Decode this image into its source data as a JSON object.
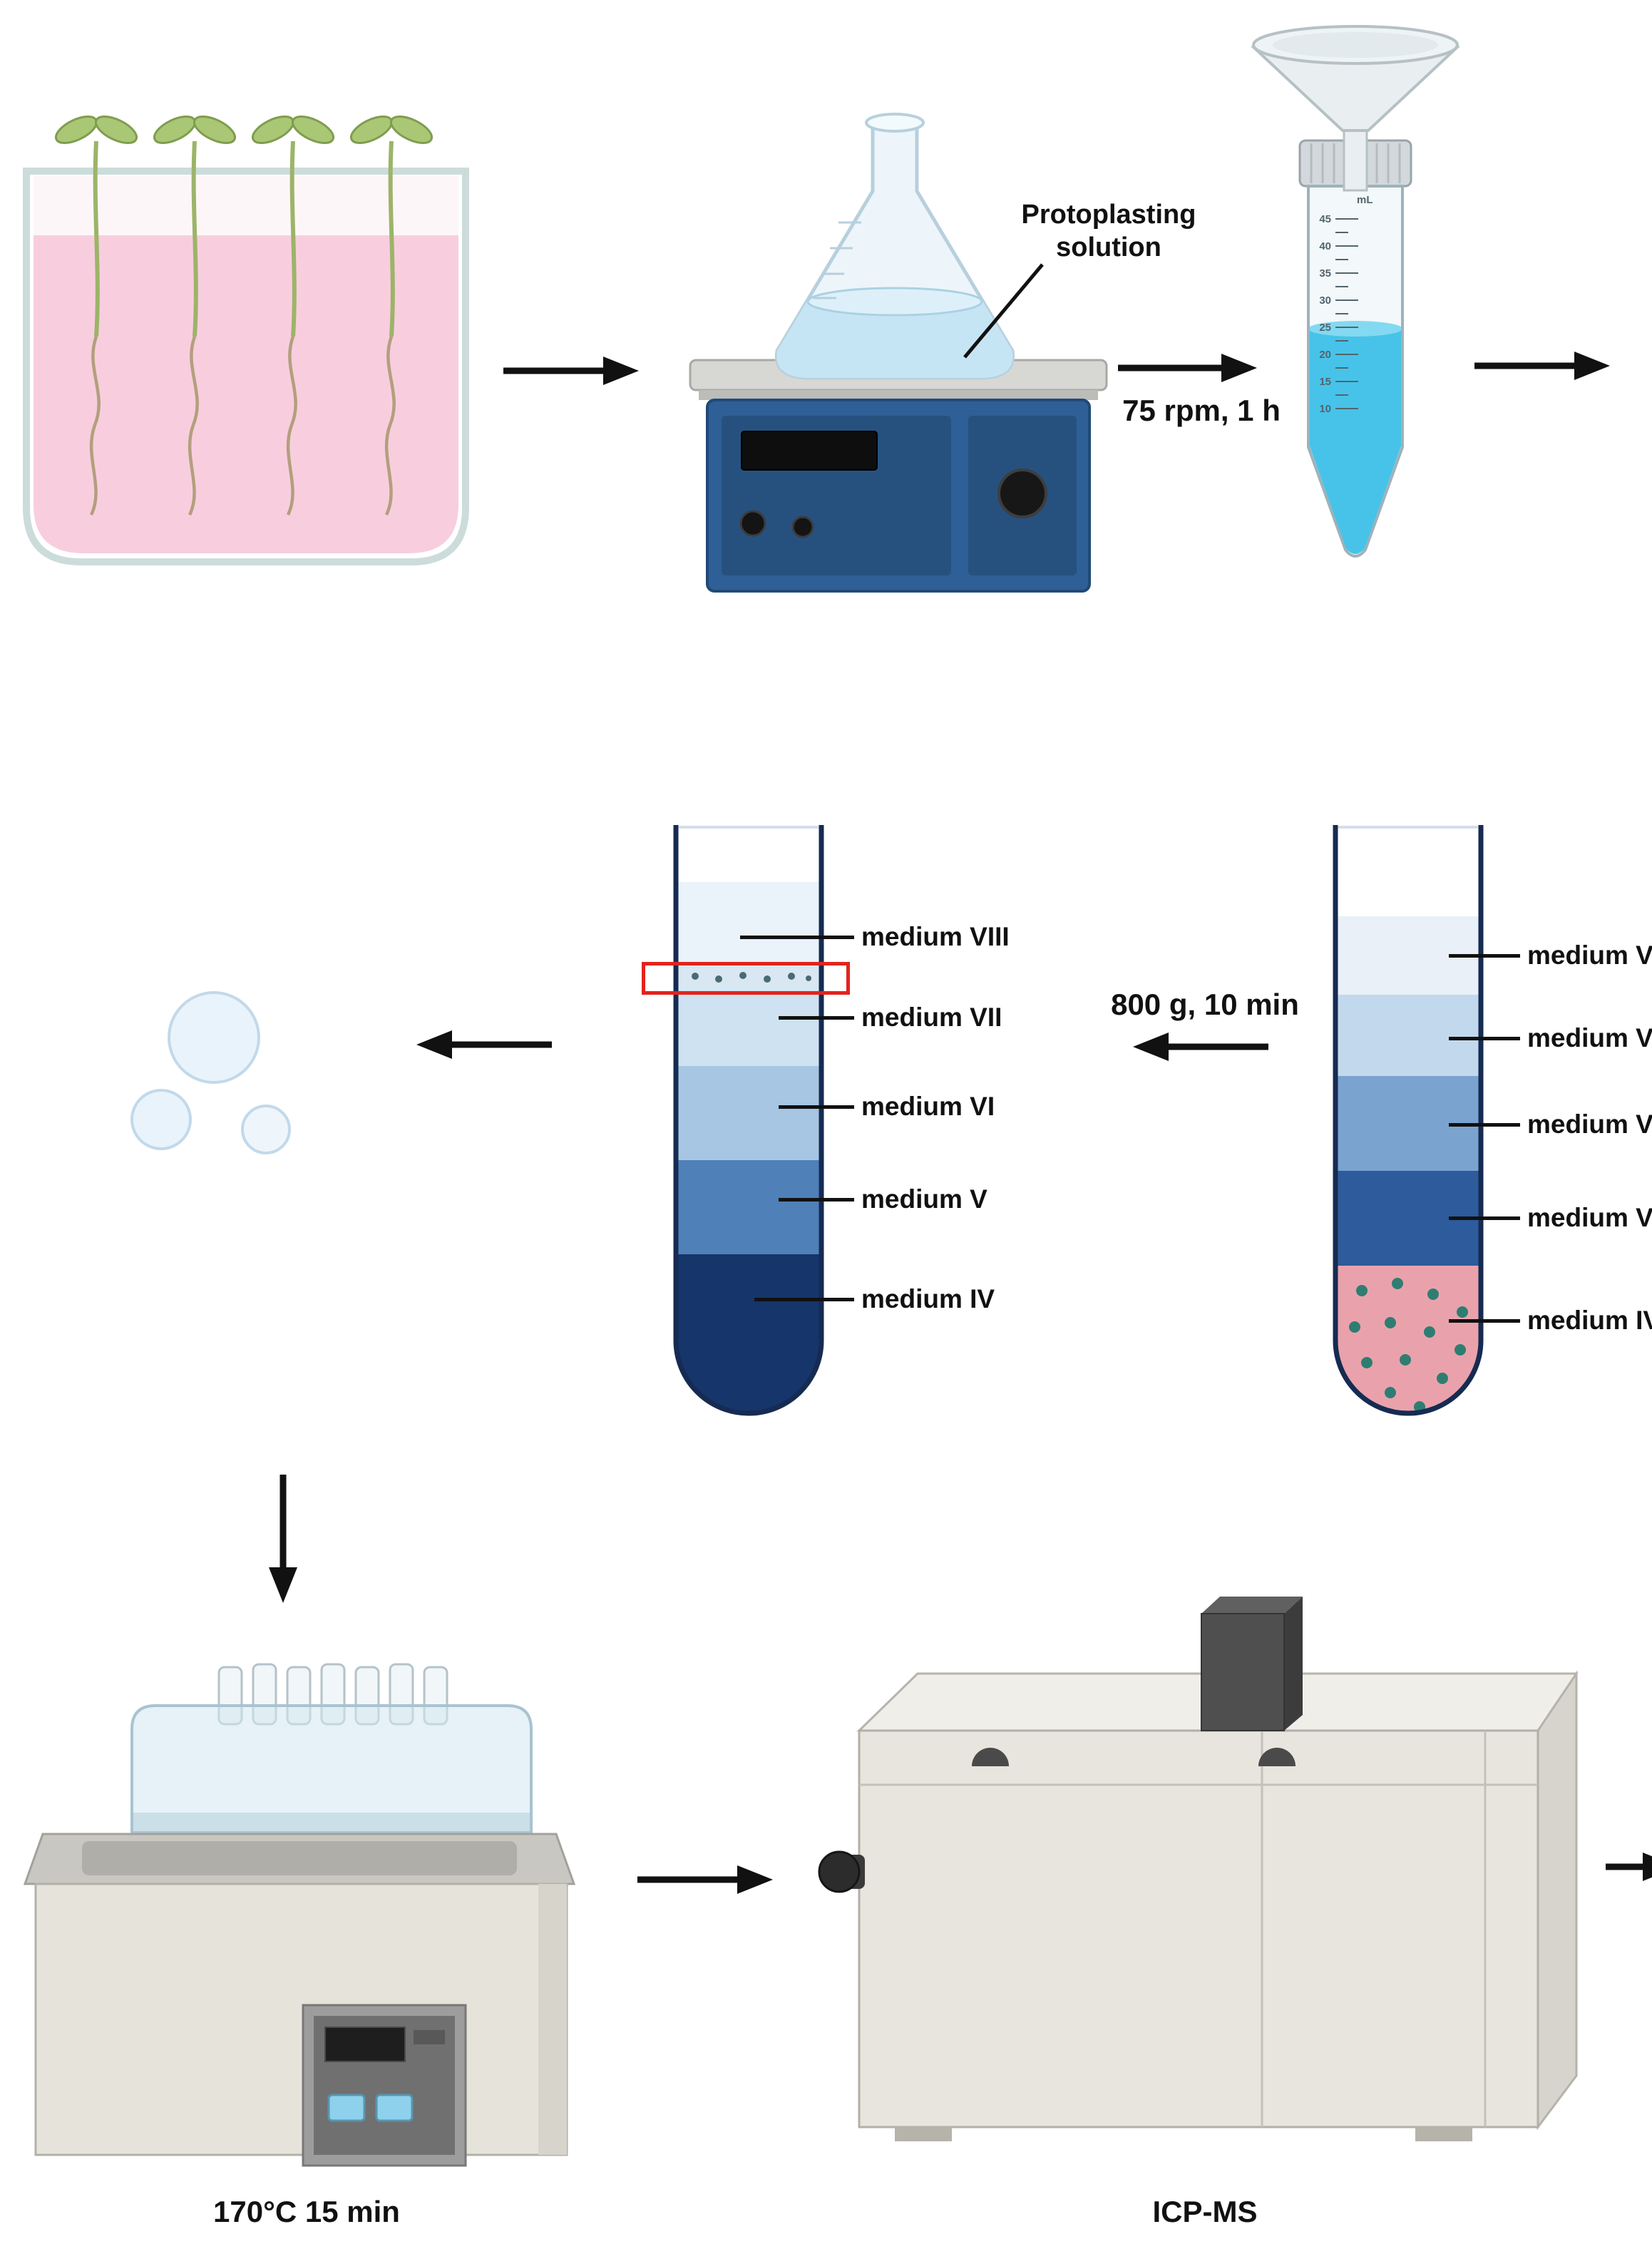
{
  "annotations": {
    "flask_label_line1": "Protoplasting",
    "flask_label_line2": "solution",
    "shake_label": "75 rpm, 1 h",
    "centrifuge_label": "800 g, 10 min",
    "digestion_label": "170°C 15 min",
    "instrument_label": "ICP-MS"
  },
  "falcon_tube": {
    "unit_label": "mL",
    "graduations": [
      "45",
      "40",
      "35",
      "30",
      "25",
      "20",
      "15",
      "10"
    ]
  },
  "tube_after_centrifugation": {
    "labels": [
      "medium VIII",
      "medium VII",
      "medium VI",
      "medium V",
      "medium IV"
    ],
    "band_colors": [
      "#eaf2fa",
      "#d9e7f3",
      "#cfe2f1",
      "#a6c6e3",
      "#4f80b8",
      "#16356b"
    ],
    "interface_dot_color": "#4a6a75",
    "highlight_box_color": "#e2241c"
  },
  "tube_before_centrifugation": {
    "labels": [
      "medium VIII",
      "medium VII",
      "medium VI",
      "medium V",
      "medium IV"
    ],
    "band_colors": [
      "#e9f0f8",
      "#c2d8ec",
      "#7aa3cf",
      "#2d5b9c",
      "#e9a2ac"
    ],
    "dot_color": "#2f7d72"
  }
}
